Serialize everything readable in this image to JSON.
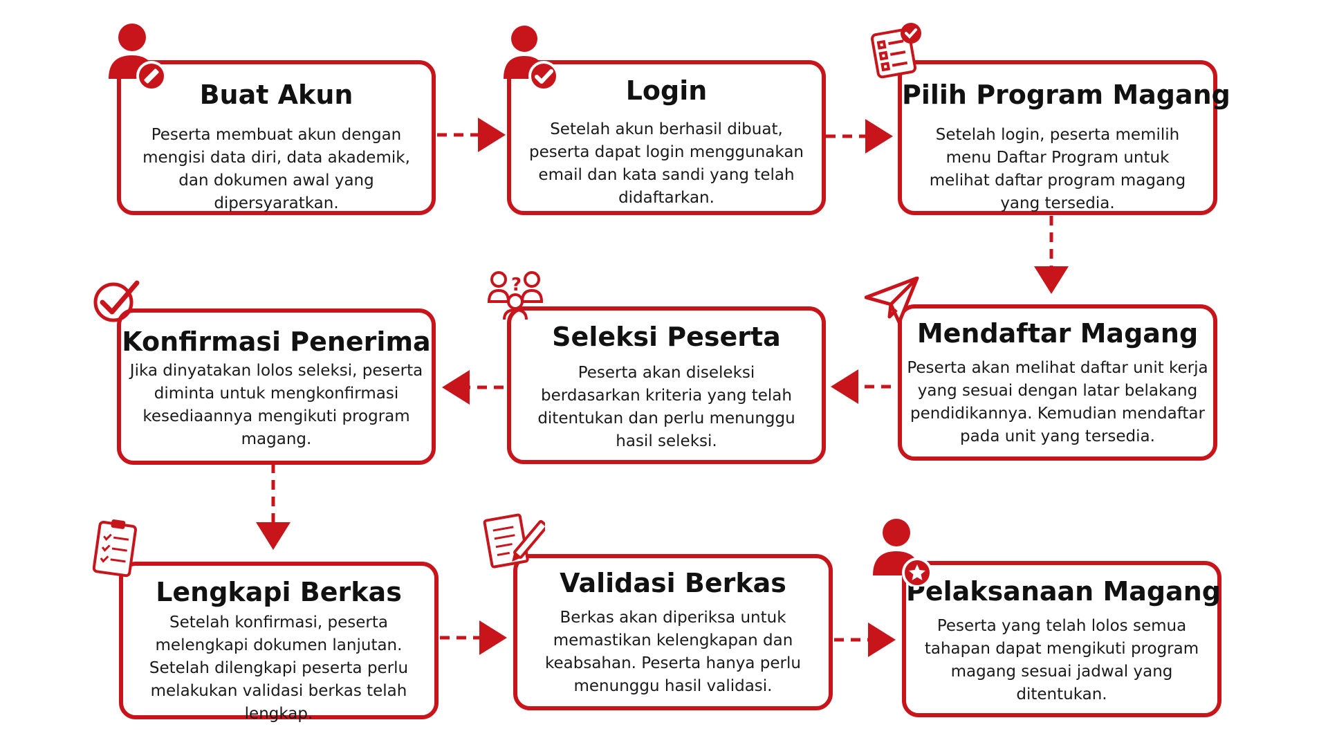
{
  "colors": {
    "accent": "#c8151c",
    "text": "#111111",
    "background": "#ffffff"
  },
  "steps": [
    {
      "title": "Buat Akun",
      "icon": "user-edit-icon",
      "description": "Peserta membuat akun dengan mengisi data diri, data akademik, dan dokumen awal yang dipersyaratkan."
    },
    {
      "title": "Login",
      "icon": "user-check-icon",
      "description": "Setelah akun berhasil dibuat, peserta dapat login menggunakan email dan kata sandi yang telah didaftarkan."
    },
    {
      "title": "Pilih Program Magang",
      "icon": "checklist-icon",
      "description": "Setelah login, peserta memilih menu Daftar Program untuk melihat daftar program magang yang tersedia."
    },
    {
      "title": "Mendaftar Magang",
      "icon": "paper-plane-icon",
      "description": "Peserta akan melihat daftar unit kerja yang sesuai dengan latar belakang pendidikannya. Kemudian mendaftar pada unit yang tersedia."
    },
    {
      "title": "Seleksi Peserta",
      "icon": "people-question-icon",
      "description": "Peserta akan diseleksi berdasarkan kriteria yang telah ditentukan dan perlu menunggu hasil seleksi."
    },
    {
      "title": "Konfirmasi Penerima",
      "icon": "check-circle-icon",
      "description": "Jika dinyatakan lolos seleksi, peserta diminta untuk mengkonfirmasi kesediaannya mengikuti program magang."
    },
    {
      "title": "Lengkapi Berkas",
      "icon": "clipboard-icon",
      "description": "Setelah konfirmasi, peserta melengkapi dokumen lanjutan. Setelah dilengkapi peserta perlu melakukan validasi berkas telah lengkap."
    },
    {
      "title": "Validasi Berkas",
      "icon": "document-pen-icon",
      "description": "Berkas akan diperiksa untuk memastikan kelengkapan dan keabsahan. Peserta hanya perlu menunggu hasil validasi."
    },
    {
      "title": "Pelaksanaan Magang",
      "icon": "user-star-icon",
      "description": "Peserta yang telah lolos semua tahapan dapat mengikuti program magang sesuai jadwal yang ditentukan."
    }
  ]
}
